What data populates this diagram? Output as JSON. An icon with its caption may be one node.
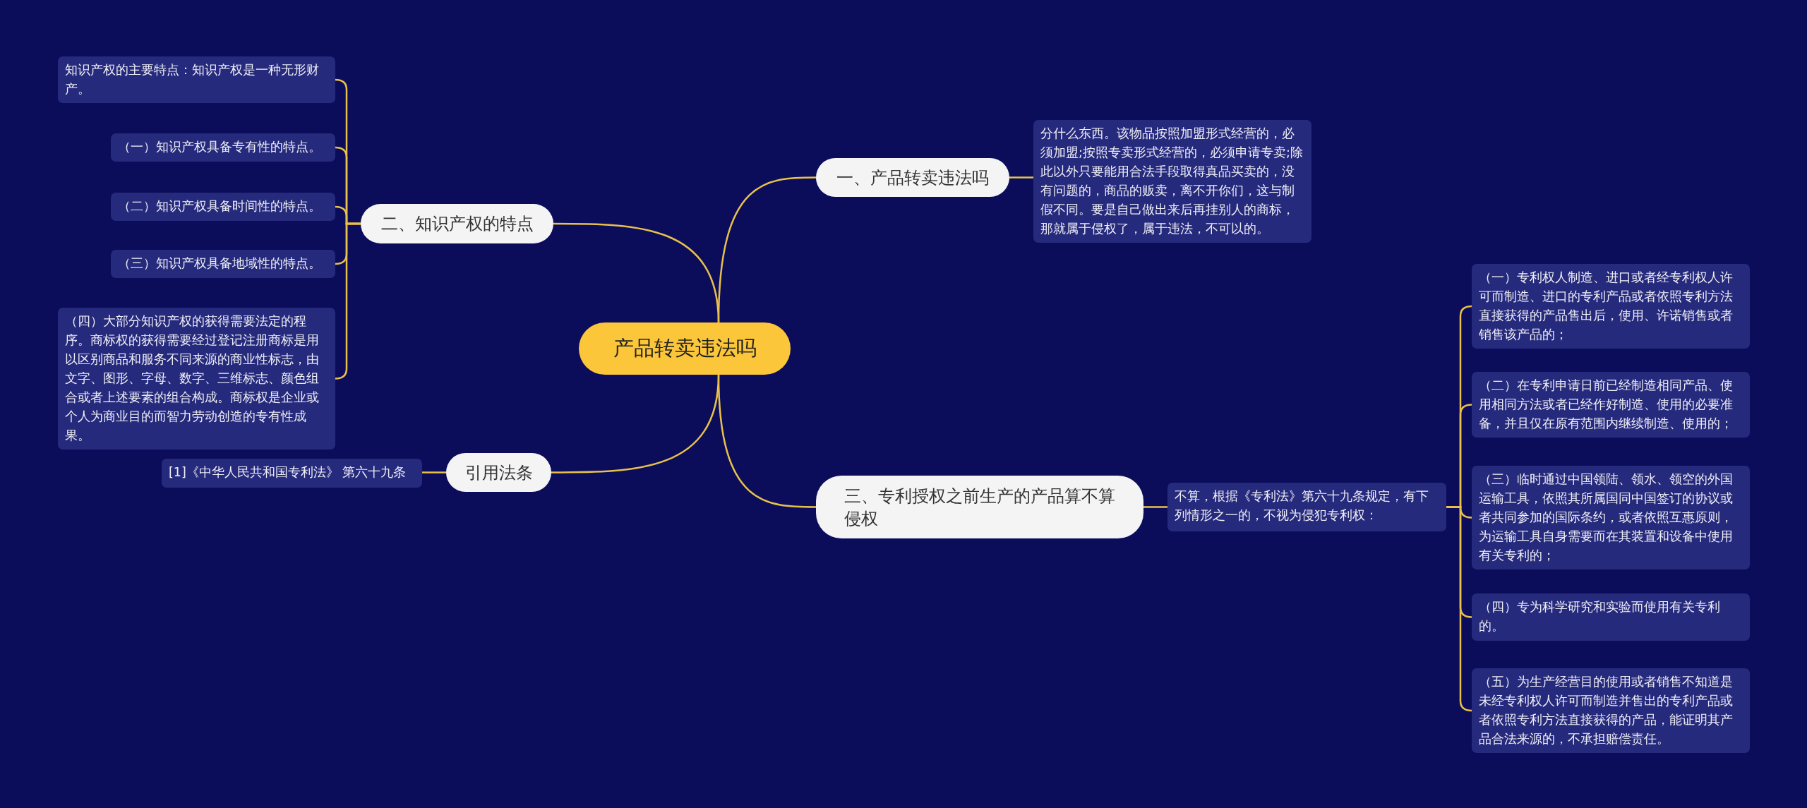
{
  "diagram": {
    "nodes": [
      {
        "text": [
          "产品转卖违法吗"
        ]
      },
      {
        "text": [
          "一、产品转卖违法吗"
        ]
      },
      {
        "text": [
          "分什么东西。该物品按照加盟形式经营的，必须加盟;按照专卖形式经营的，必须申请专卖;除此以外只要能用合法手段取得真品买卖的，没有问题的，商品的贩卖，离不开你们，这与制假不同。要是自己做出来后再挂别人的商标，那就属于侵权了，属于违法，不可以的。"
        ]
      },
      {
        "text": [
          "二、知识产权的特点"
        ]
      },
      {
        "text": [
          "知识产权的主要特点：知识产权是一种无形财产。"
        ]
      },
      {
        "text": [
          "（一）知识产权具备专有性的特点。"
        ]
      },
      {
        "text": [
          "（二）知识产权具备时间性的特点。"
        ]
      },
      {
        "text": [
          "（三）知识产权具备地域性的特点。"
        ]
      },
      {
        "text": [
          "（四）大部分知识产权的获得需要法定的程序。商标权的获得需要经过登记注册商标是用以区别商品和服务不同来源的商业性标志，由文字、图形、字母、数字、三维标志、颜色组合或者上述要素的组合构成。商标权是企业或个人为商业目的而智力劳动创造的专有性成果。"
        ]
      },
      {
        "text": [
          "三、专利授权之前生产的产品算不算侵权"
        ]
      },
      {
        "text": [
          "不算，根据《专利法》第六十九条规定，有下列情形之一的，不视为侵犯专利权："
        ]
      },
      {
        "text": [
          "（一）专利权人制造、进口或者经专利权人许可而制造、进口的专利产品或者依照专利方法直接获得的产品售出后，使用、许诺销售或者销售该产品的；"
        ]
      },
      {
        "text": [
          "（二）在专利申请日前已经制造相同产品、使用相同方法或者已经作好制造、使用的必要准备，并且仅在原有范围内继续制造、使用的；"
        ]
      },
      {
        "text": [
          "（三）临时通过中国领陆、领水、领空的外国运输工具，依照其所属国同中国签订的协议或者共同参加的国际条约，或者依照互惠原则，为运输工具自身需要而在其装置和设备中使用有关专利的；"
        ]
      },
      {
        "text": [
          "（四）专为科学研究和实验而使用有关专利的。"
        ]
      },
      {
        "text": [
          "（五）为生产经营目的使用或者销售不知道是未经专利权人许可而制造并售出的专利产品或者依照专利方法直接获得的产品，能证明其产品合法来源的，不承担赔偿责任。"
        ]
      },
      {
        "text": [
          "引用法条"
        ]
      },
      {
        "text": [
          "[1]《中华人民共和国专利法》 第六十九条"
        ]
      }
    ],
    "edges": [
      {
        "from": 0,
        "to": 1,
        "arrow": "none"
      },
      {
        "from": 1,
        "to": 2,
        "arrow": "none"
      },
      {
        "from": 0,
        "to": 3,
        "arrow": "none"
      },
      {
        "from": 3,
        "to": 4,
        "arrow": "none"
      },
      {
        "from": 3,
        "to": 5,
        "arrow": "none"
      },
      {
        "from": 3,
        "to": 6,
        "arrow": "none"
      },
      {
        "from": 3,
        "to": 7,
        "arrow": "none"
      },
      {
        "from": 3,
        "to": 8,
        "arrow": "none"
      },
      {
        "from": 0,
        "to": 9,
        "arrow": "none"
      },
      {
        "from": 9,
        "to": 10,
        "arrow": "none"
      },
      {
        "from": 10,
        "to": 11,
        "arrow": "none"
      },
      {
        "from": 10,
        "to": 12,
        "arrow": "none"
      },
      {
        "from": 10,
        "to": 13,
        "arrow": "none"
      },
      {
        "from": 10,
        "to": 14,
        "arrow": "none"
      },
      {
        "from": 10,
        "to": 15,
        "arrow": "none"
      },
      {
        "from": 0,
        "to": 16,
        "arrow": "none"
      },
      {
        "from": 16,
        "to": 17,
        "arrow": "none"
      }
    ]
  }
}
